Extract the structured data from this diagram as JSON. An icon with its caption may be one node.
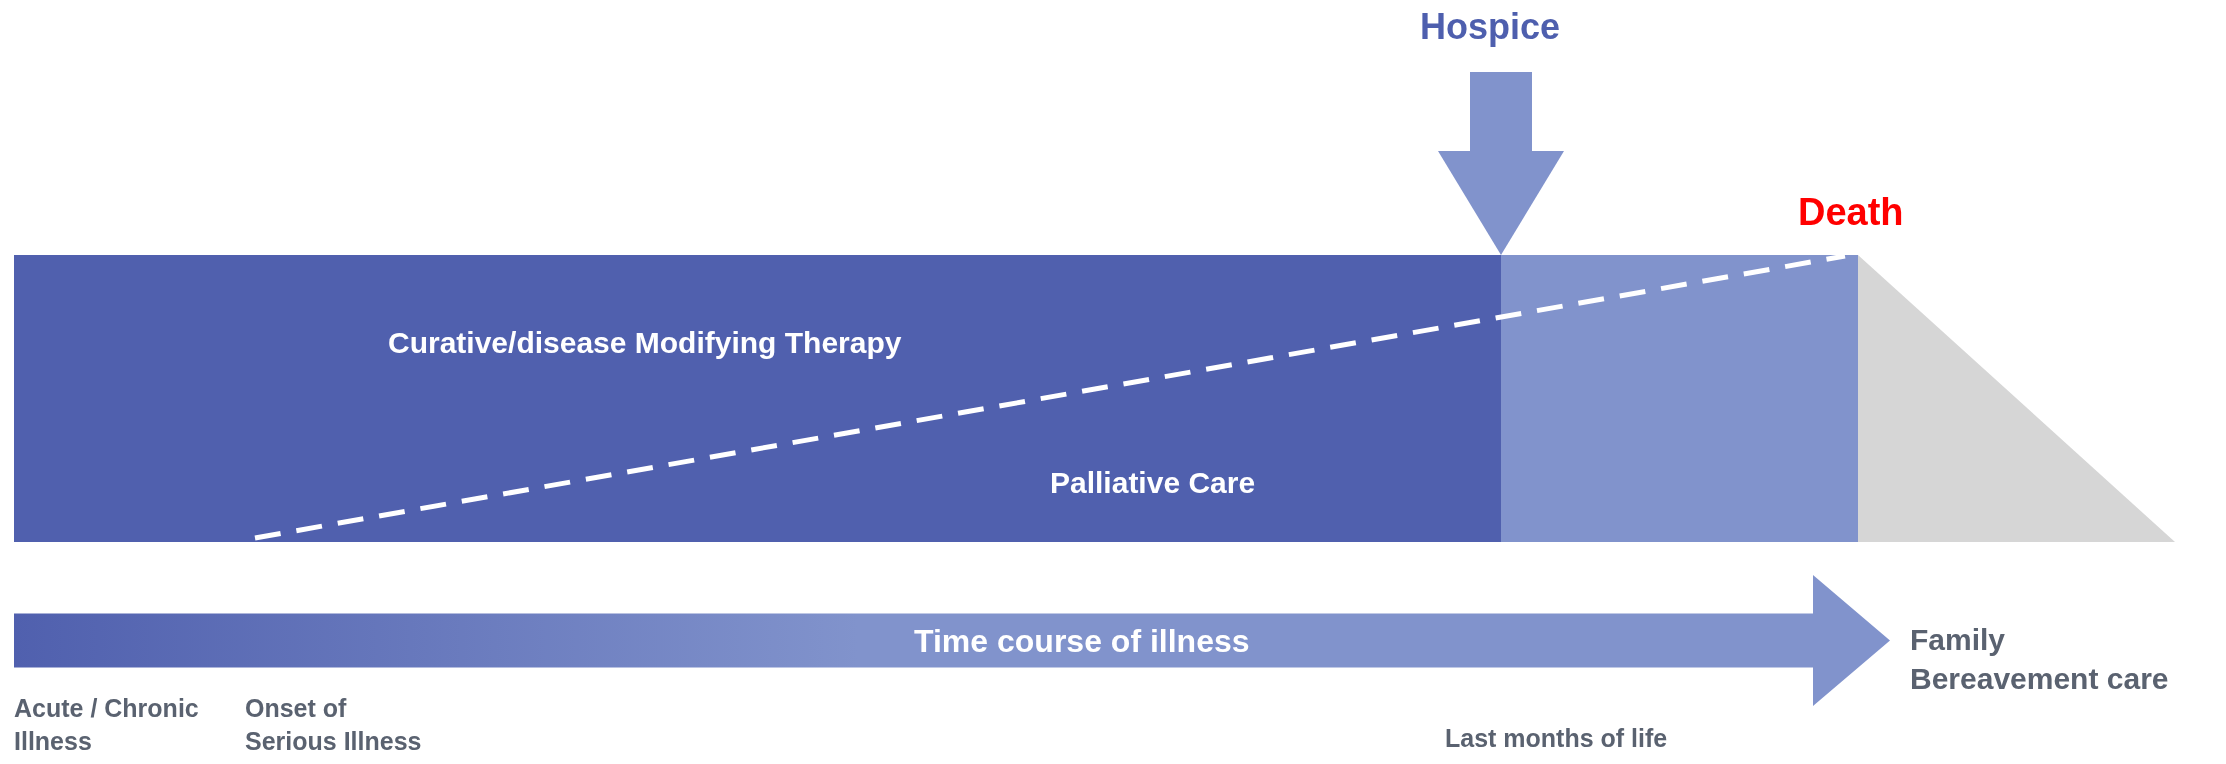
{
  "diagram": {
    "nodes": [
      {
        "text": [
          "Curative/disease Modifying Therapy",
          "Palliative Care"
        ]
      },
      {
        "text": [
          "Hospice"
        ]
      },
      {
        "text": [],
        "shape": "box"
      },
      {
        "text": [],
        "shape": "triangle"
      },
      {
        "text": [
          "Time course of illness"
        ]
      }
    ],
    "edges": [
      {
        "from": 1,
        "to": 2,
        "arrow": "to"
      }
    ],
    "labels": [
      "Death",
      "Acute / Chronic Illness",
      "Onset of Serious Illness",
      "Family Bereavement care",
      "Last months of life"
    ]
  }
}
